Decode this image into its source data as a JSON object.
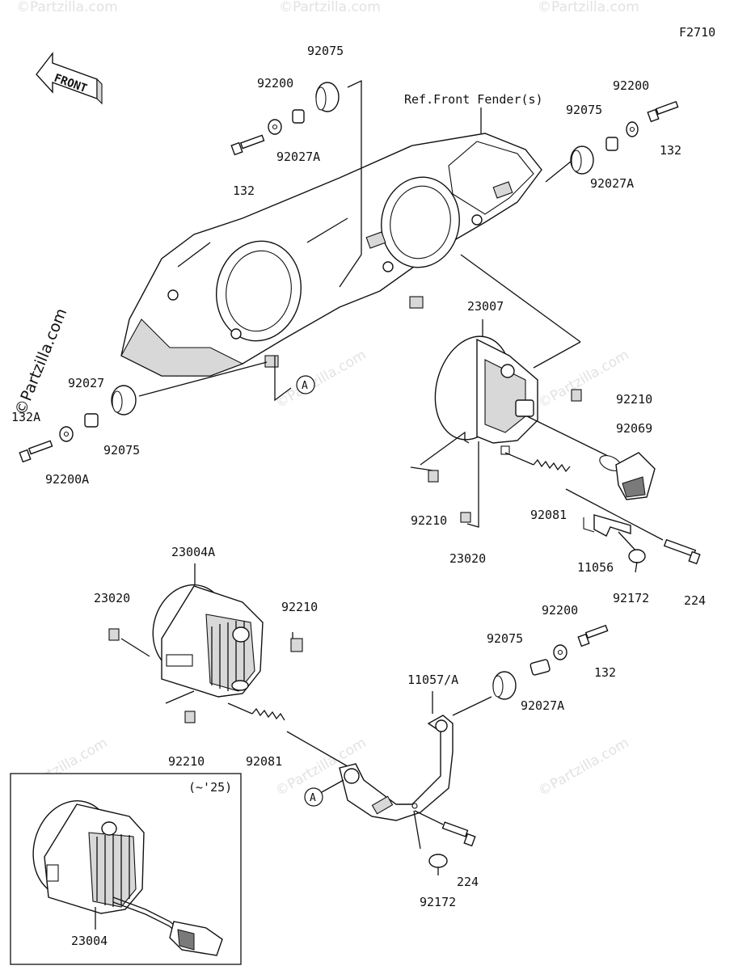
{
  "diagram_id": "F2710",
  "front_label": "FRONT",
  "ref_note": "Ref.Front Fender(s)",
  "variant_note": "(~'25)",
  "callout_letter": "A",
  "watermark": "©Partzilla.com",
  "labels": {
    "l92075_top": "92075",
    "l92200_top": "92200",
    "l92027A_top": "92027A",
    "l132_top": "132",
    "l92200_right": "92200",
    "l92075_right": "92075",
    "l132_right": "132",
    "l92027A_right": "92027A",
    "l23007": "23007",
    "l92210_a": "92210",
    "l92069": "92069",
    "l92027": "92027",
    "l132A": "132A",
    "l92075_left": "92075",
    "l92200A": "92200A",
    "l92210_b": "92210",
    "l92081_a": "92081",
    "l23020_a": "23020",
    "l11056": "11056",
    "l92172_a": "92172",
    "l224_a": "224",
    "l23004A": "23004A",
    "l23020_b": "23020",
    "l92210_c": "92210",
    "l92210_d": "92210",
    "l92081_b": "92081",
    "l92200_low": "92200",
    "l92075_low": "92075",
    "l132_low": "132",
    "l11057A": "11057/A",
    "l92027A_low": "92027A",
    "l224_b": "224",
    "l92172_b": "92172",
    "l23004": "23004"
  }
}
